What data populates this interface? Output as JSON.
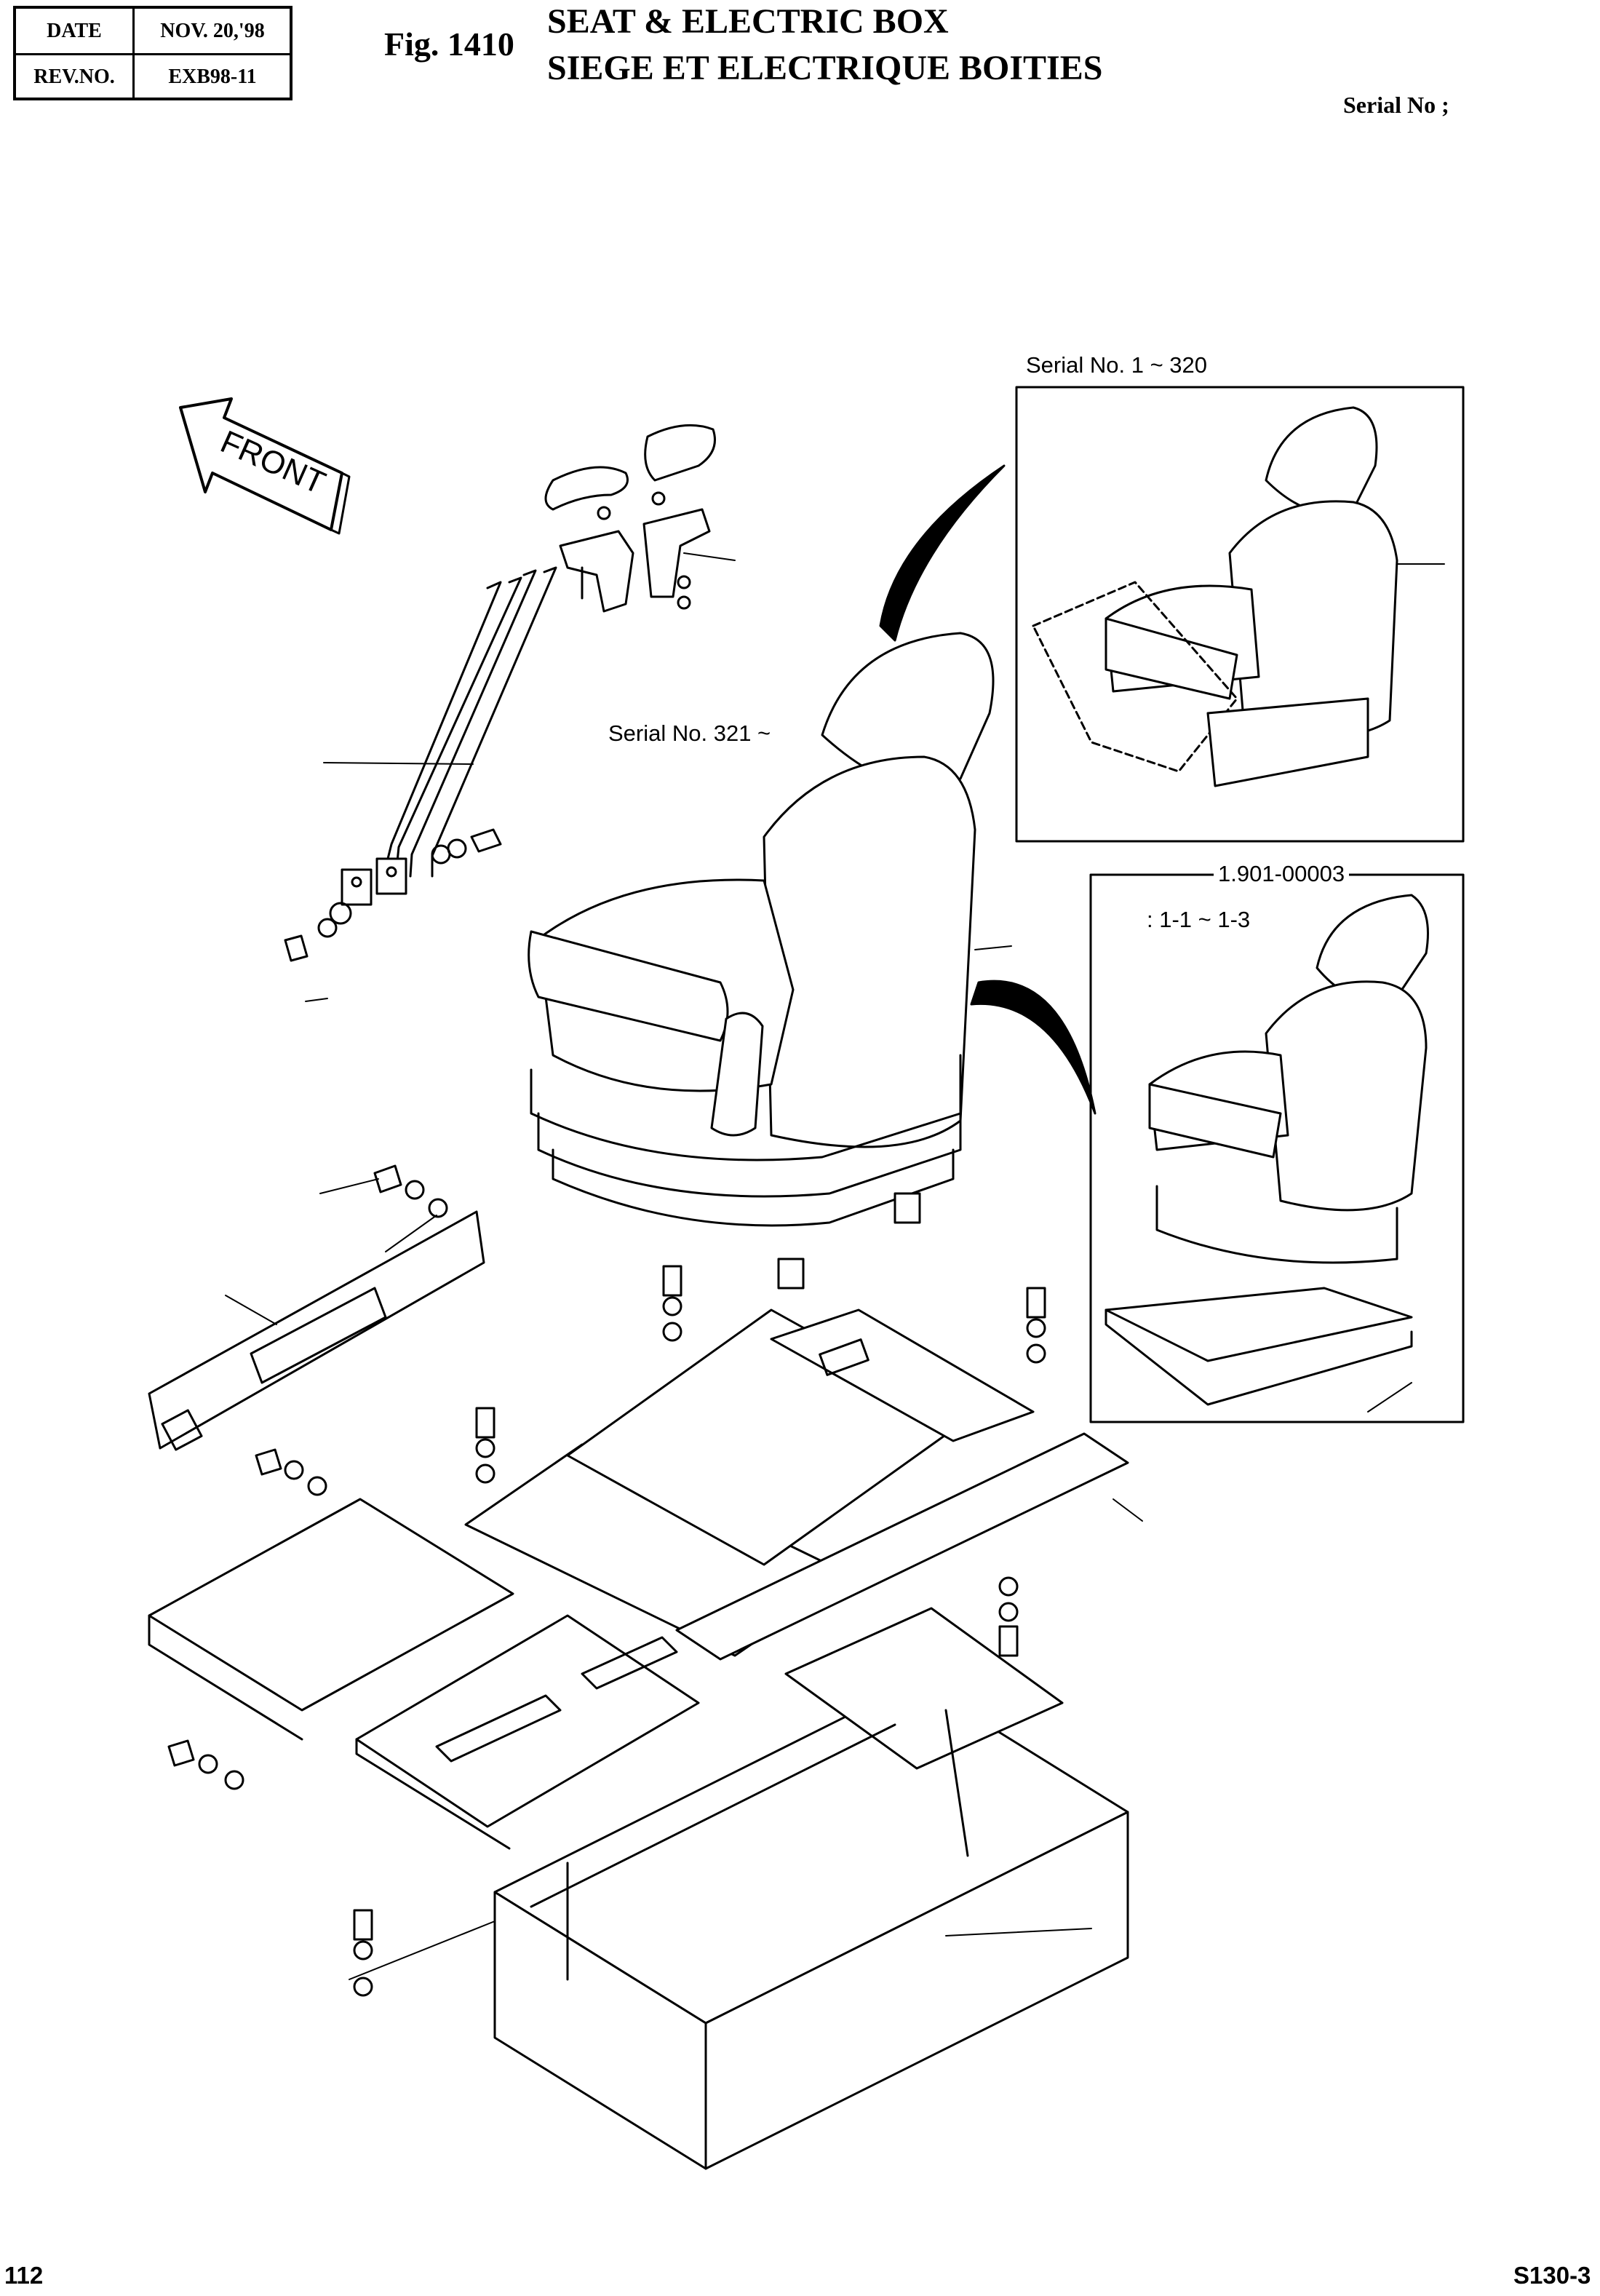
{
  "header": {
    "date_label": "DATE",
    "date_value": "NOV. 20,'98",
    "rev_label": "REV.NO.",
    "rev_value": "EXB98-11",
    "fig_number": "Fig. 1410",
    "title_en": "SEAT & ELECTRIC BOX",
    "title_fr": "SIEGE ET ELECTRIQUE BOITIES",
    "serial_label": "Serial No ;"
  },
  "diagram": {
    "front_arrow_label": "FRONT",
    "inset_top_label": "Serial No. 1 ~ 320",
    "main_seat_label": "Serial No. 321 ~",
    "inset_bottom_part": "1.901-00003",
    "inset_bottom_range": ": 1-1 ~ 1-3"
  },
  "footer": {
    "page_number": "112",
    "model": "S130-3"
  }
}
